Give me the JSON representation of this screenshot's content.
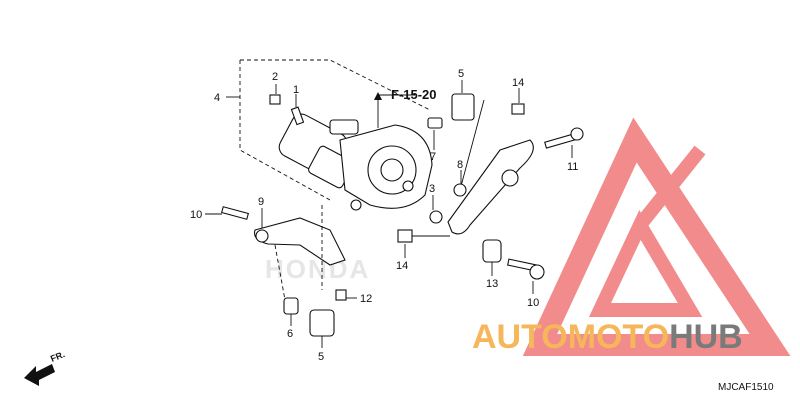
{
  "diagram": {
    "reference": "F-15-20",
    "drawing_code": "MJCAF1510",
    "direction_label": "FR.",
    "callouts": [
      {
        "id": "c4",
        "label": "4"
      },
      {
        "id": "c2",
        "label": "2"
      },
      {
        "id": "c1",
        "label": "1"
      },
      {
        "id": "c5a",
        "label": "5"
      },
      {
        "id": "c14a",
        "label": "14"
      },
      {
        "id": "c7",
        "label": "7"
      },
      {
        "id": "c11",
        "label": "11"
      },
      {
        "id": "c8",
        "label": "8"
      },
      {
        "id": "c3",
        "label": "3"
      },
      {
        "id": "c9",
        "label": "9"
      },
      {
        "id": "c10a",
        "label": "10"
      },
      {
        "id": "c14b",
        "label": "14"
      },
      {
        "id": "c13",
        "label": "13"
      },
      {
        "id": "c10b",
        "label": "10"
      },
      {
        "id": "c12",
        "label": "12"
      },
      {
        "id": "c6",
        "label": "6"
      },
      {
        "id": "c5b",
        "label": "5"
      }
    ]
  },
  "watermark": {
    "brand": "AUTOMOTOHUB",
    "brand_part1": "AUTOMOTO",
    "brand_part2": "HUB",
    "faint_text": "HONDA",
    "colors": {
      "primary": "#f07878",
      "secondary": "#f6b65a",
      "dark": "#7a7a7a"
    }
  }
}
